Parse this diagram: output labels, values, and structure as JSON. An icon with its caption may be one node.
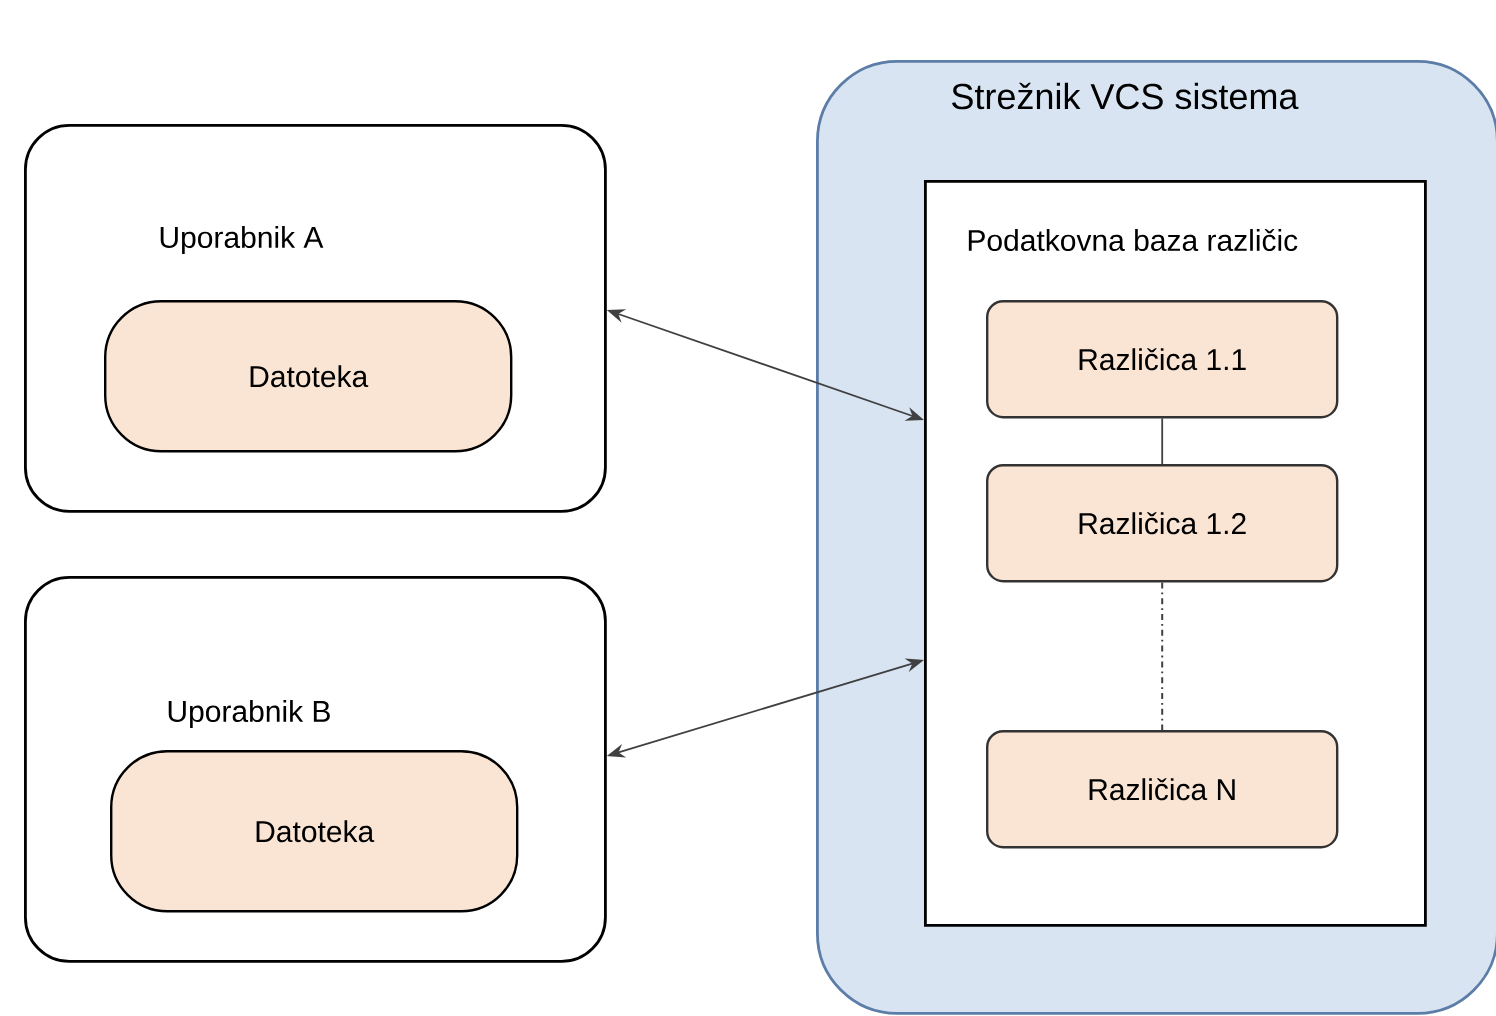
{
  "diagram": {
    "nodes": [
      {
        "text": [
          "Uporabnik A"
        ]
      },
      {
        "text": [
          "Datoteka"
        ],
        "in": 0
      },
      {
        "text": [
          "Uporabnik B"
        ]
      },
      {
        "text": [
          "Datoteka"
        ],
        "in": 2
      },
      {
        "text": [
          "Strežnik VCS sistema"
        ]
      },
      {
        "text": [
          "Podatkovna baza različic"
        ],
        "in": 4
      },
      {
        "text": [
          "Različica 1.1"
        ],
        "in": 5
      },
      {
        "text": [
          "Različica 1.2"
        ],
        "in": 5
      },
      {
        "text": [
          "Različica N"
        ],
        "in": 5
      }
    ],
    "edges": [
      {
        "from": 0,
        "to": 5,
        "arrow": "both"
      },
      {
        "from": 2,
        "to": 5,
        "arrow": "both"
      },
      {
        "from": 6,
        "to": 7,
        "arrow": "none"
      },
      {
        "from": 7,
        "to": 8,
        "arrow": "none",
        "style": "dashed"
      }
    ]
  }
}
